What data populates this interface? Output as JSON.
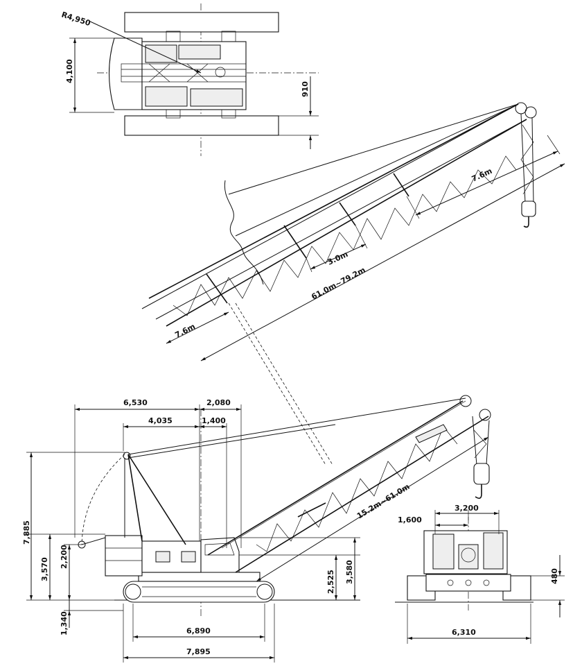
{
  "colors": {
    "line": "#111111",
    "background": "#ffffff"
  },
  "dimensions": {
    "top_radius": "R4,950",
    "top_width": "4,100",
    "top_offset": "910",
    "jib_section": "7.6m",
    "jib_insert": "3.0m",
    "jib_length": "61.0m~79.2m",
    "jib_base_section": "7.6m",
    "overall_rear": "6,530",
    "overall_front": "2,080",
    "mast_rear": "4,035",
    "mast_front": "1,400",
    "height_total": "7,885",
    "height_mast": "3,570",
    "height_mast_pin": "2,200",
    "ground_clearance": "1,340",
    "boom_foot_height": "2,525",
    "cab_height": "3,580",
    "crawler_length": "6,890",
    "overall_length": "7,895",
    "boom_length": "15.2m~61.0m",
    "rear_width": "3,200",
    "rear_offset": "1,600",
    "rear_track_height": "480",
    "rear_overall_width": "6,310"
  }
}
